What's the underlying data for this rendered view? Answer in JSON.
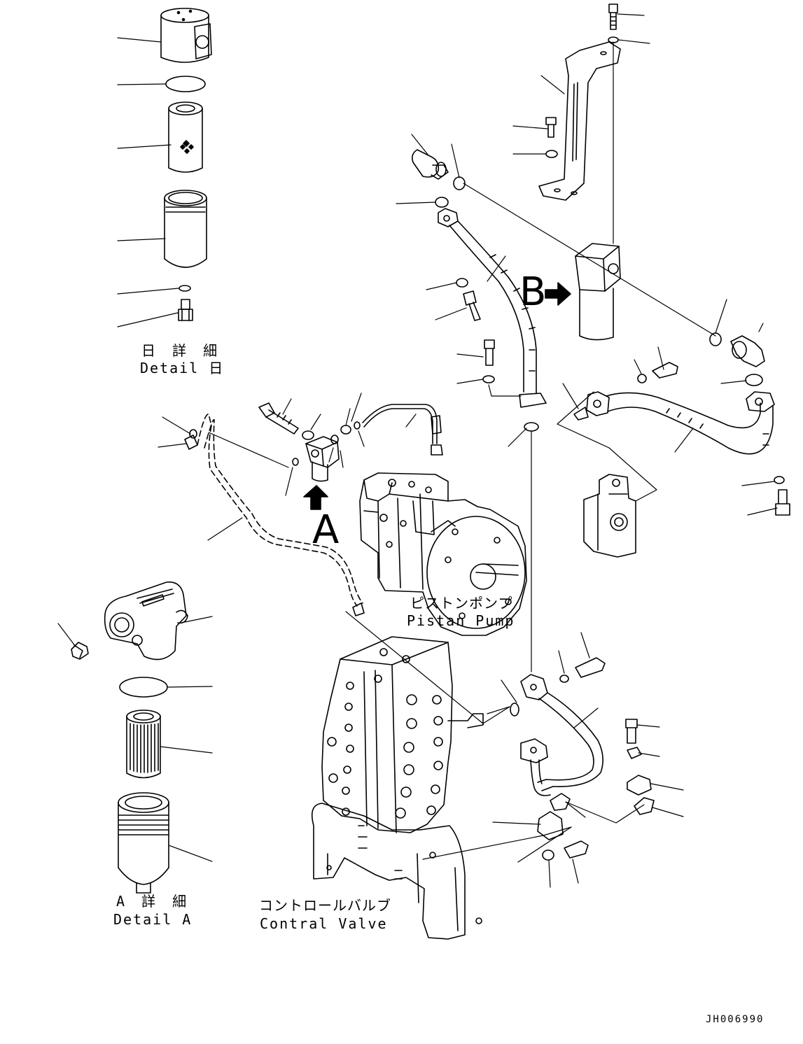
{
  "labels": {
    "detail_b_jp": "日 詳 細",
    "detail_b_en": "Detail 日",
    "detail_a_jp": "A 詳 細",
    "detail_a_en": "Detail A",
    "piston_pump_jp": "ピストンポンプ",
    "piston_pump_en": "Pistan Pump",
    "control_valve_jp": "コントロールバルブ",
    "control_valve_en": "Contral Valve",
    "view_a": "A",
    "view_b": "B",
    "drawing_id": "JH006990"
  }
}
